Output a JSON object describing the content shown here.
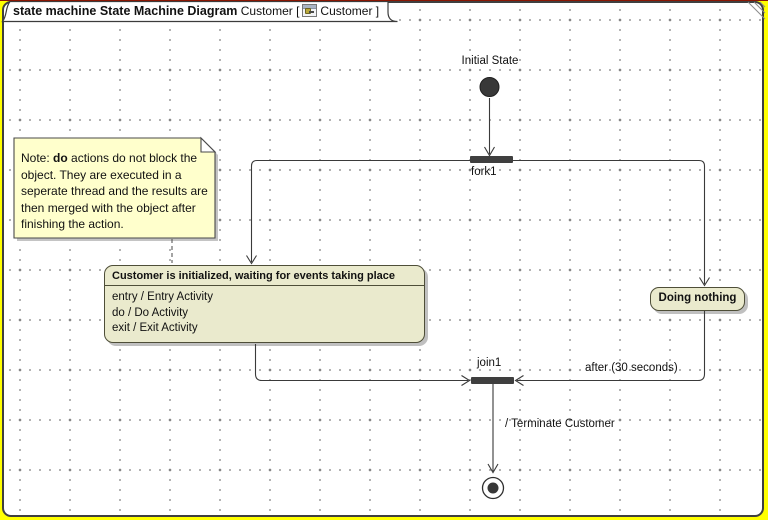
{
  "window": {
    "tab": {
      "title_bold": "state machine State Machine Diagram",
      "context_open": "Customer [",
      "context_close": "Customer ]",
      "icon": "state-machine-diagram-icon"
    }
  },
  "diagram": {
    "initial_state": {
      "label": "Initial State"
    },
    "fork": {
      "label": "fork1"
    },
    "customer_state": {
      "title": "Customer is initialized, waiting for events taking place",
      "activities": [
        "entry / Entry Activity",
        "do / Do Activity",
        "exit / Exit Activity"
      ]
    },
    "doing_nothing_state": {
      "title": "Doing nothing"
    },
    "join": {
      "label": "join1"
    },
    "transitions": {
      "after_label": "after (30 seconds)",
      "terminate_label": "/ Terminate Customer"
    },
    "note": {
      "prefix": "Note: ",
      "bold": "do",
      "rest": " actions do not block the object. They are executed in a seperate thread and the results are then merged with the object after finishing the action."
    }
  },
  "colors": {
    "state_fill": "#eaeacd",
    "note_fill": "#ffffcc",
    "node_dark": "#3f3f3f",
    "line": "#3a3a3a",
    "frame_yellow": "#ffff00",
    "shadow": "#c0c0c0"
  }
}
